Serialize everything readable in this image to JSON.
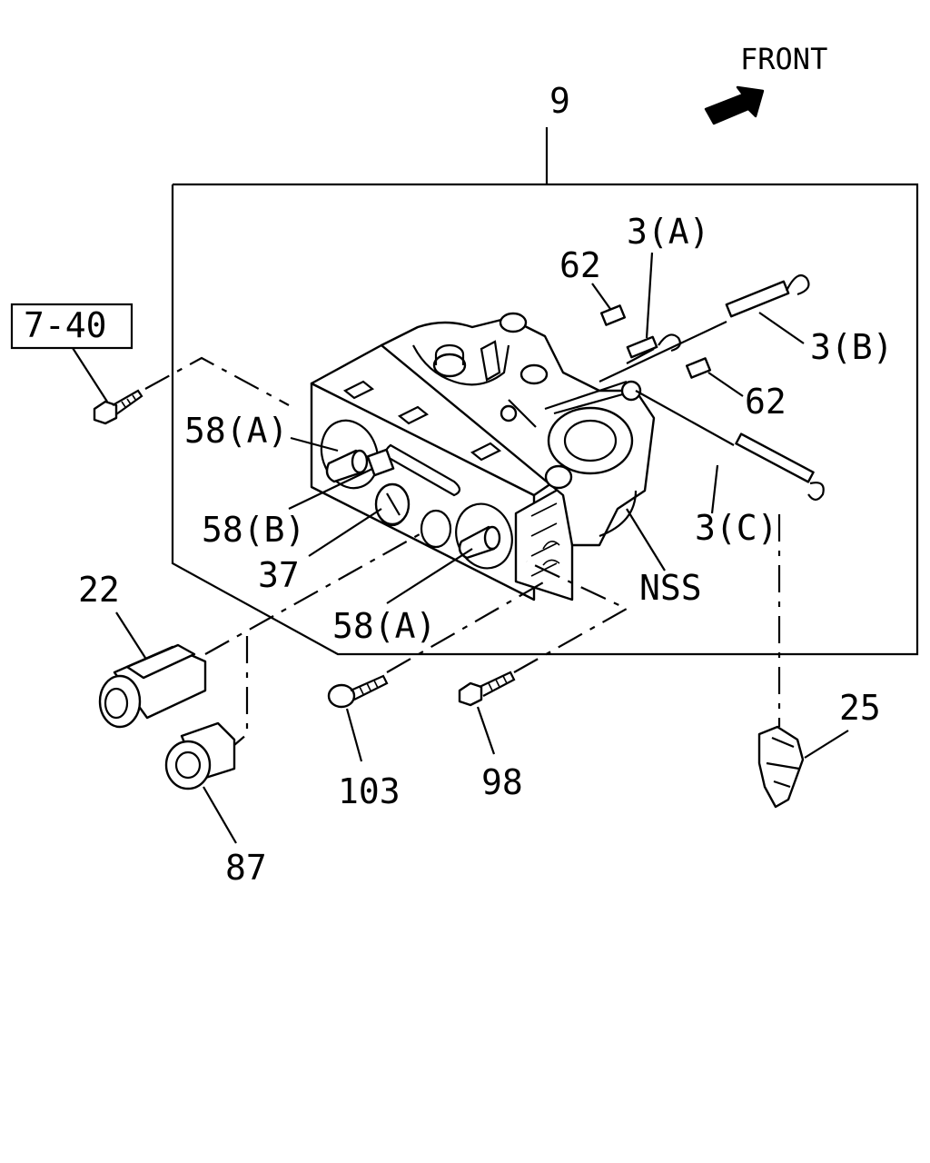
{
  "direction_label": "FRONT",
  "reference_box_label": "7-40",
  "callouts": {
    "assembly": "9",
    "cable_a": "3(A)",
    "cable_b": "3(B)",
    "cable_c": "3(C)",
    "pin_upper": "62",
    "pin_lower": "62",
    "knob_a_upper": "58(A)",
    "knob_b": "58(B)",
    "knob_a_lower": "58(A)",
    "dial": "37",
    "nss": "NSS",
    "switch": "22",
    "bezel": "87",
    "screw_tapping": "103",
    "screw_bolt": "98",
    "clip": "25"
  }
}
